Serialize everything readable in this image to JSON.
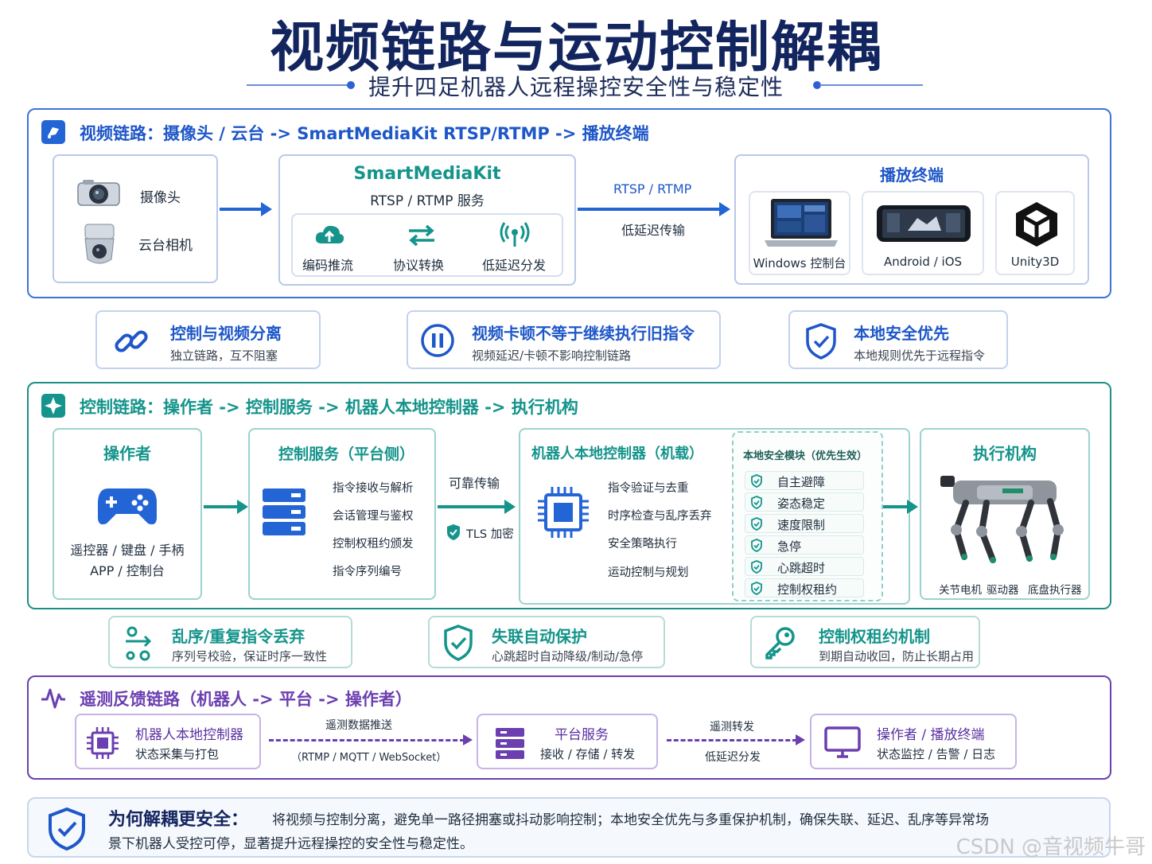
{
  "title": "视频链路与运动控制解耦",
  "subtitle": "提升四足机器人远程操控安全性与稳定性",
  "video": {
    "heading": "视频链路：摄像头 / 云台 -> SmartMediaKit RTSP/RTMP -> 播放终端",
    "sources": {
      "camera": "摄像头",
      "ptz": "云台相机"
    },
    "smk": {
      "title": "SmartMediaKit",
      "subtitle": "RTSP / RTMP 服务",
      "features": [
        "编码推流",
        "协议转换",
        "低延迟分发"
      ]
    },
    "link": {
      "protocol": "RTSP / RTMP",
      "desc": "低延迟传输"
    },
    "players": {
      "title": "播放终端",
      "items": [
        "Windows 控制台",
        "Android / iOS",
        "Unity3D"
      ]
    }
  },
  "principles1": [
    {
      "title": "控制与视频分离",
      "desc": "独立链路，互不阻塞"
    },
    {
      "title": "视频卡顿不等于继续执行旧指令",
      "desc": "视频延迟/卡顿不影响控制链路"
    },
    {
      "title": "本地安全优先",
      "desc": "本地规则优先于远程指令"
    }
  ],
  "control": {
    "heading": "控制链路：操作者 -> 控制服务 -> 机器人本地控制器 -> 执行机构",
    "operator": {
      "title": "操作者",
      "line1": "遥控器 / 键盘 / 手柄",
      "line2": "APP / 控制台"
    },
    "service": {
      "title": "控制服务（平台侧）",
      "items": [
        "指令接收与解析",
        "会话管理与鉴权",
        "控制权租约颁发",
        "指令序列编号"
      ]
    },
    "link": {
      "label": "可靠传输",
      "tls": "TLS 加密"
    },
    "local": {
      "title": "机器人本地控制器（机载）",
      "items": [
        "指令验证与去重",
        "时序检查与乱序丢弃",
        "安全策略执行",
        "运动控制与规划"
      ],
      "safety_title": "本地安全模块（优先生效）",
      "safety_items": [
        "自主避障",
        "姿态稳定",
        "速度限制",
        "急停",
        "心跳超时",
        "控制权租约"
      ]
    },
    "actuator": {
      "title": "执行机构",
      "parts": [
        "关节电机",
        "驱动器",
        "底盘执行器"
      ]
    }
  },
  "principles2": [
    {
      "title": "乱序/重复指令丢弃",
      "desc": "序列号校验，保证时序一致性"
    },
    {
      "title": "失联自动保护",
      "desc": "心跳超时自动降级/制动/急停"
    },
    {
      "title": "控制权租约机制",
      "desc": "到期自动收回，防止长期占用"
    }
  ],
  "telemetry": {
    "heading": "遥测反馈链路（机器人 -> 平台 -> 操作者）",
    "nodes": [
      {
        "title": "机器人本地控制器",
        "desc": "状态采集与打包"
      },
      {
        "title": "平台服务",
        "desc": "接收 / 存储 / 转发"
      },
      {
        "title": "操作者 / 播放终端",
        "desc": "状态监控 / 告警 / 日志"
      }
    ],
    "links": [
      {
        "top": "遥测数据推送",
        "bottom": "（RTMP / MQTT / WebSocket）"
      },
      {
        "top": "遥测转发",
        "bottom": "低延迟分发"
      }
    ]
  },
  "summary": {
    "label": "为何解耦更安全：",
    "line1": "将视频与控制分离，避免单一路径拥塞或抖动影响控制；本地安全优先与多重保护机制，确保失联、延迟、乱序等异常场",
    "line2": "景下机器人受控可停，显著提升远程操控的安全性与稳定性。"
  },
  "watermark": "CSDN @音视频牛哥",
  "colors": {
    "navy": "#13255e",
    "blue": "#2465d6",
    "teal": "#14948b",
    "purple": "#6b3fb0"
  }
}
